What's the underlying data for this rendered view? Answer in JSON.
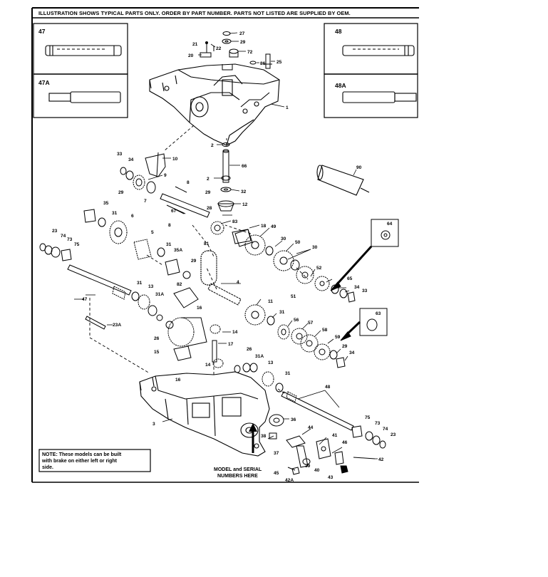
{
  "header": {
    "text": "ILLUSTRATION SHOWS TYPICAL PARTS ONLY. ORDER BY PART NUMBER. PARTS NOT LISTED ARE SUPPLIED BY OEM."
  },
  "inset_boxes": {
    "b47": "47",
    "b47A": "47A",
    "b48": "48",
    "b48A": "48A"
  },
  "note": {
    "line1": "NOTE: These models can be built",
    "line2": "with brake on either left or right",
    "line3": "side."
  },
  "model_serial": {
    "line1": "MODEL and SERIAL",
    "line2": "NUMBERS HERE"
  },
  "part_labels": {
    "p27": "27",
    "p29a": "29",
    "p21": "21",
    "p22": "22",
    "p72": "72",
    "p20": "20",
    "p86": "86",
    "p25": "25",
    "p1": "1",
    "p2a": "2",
    "p66": "66",
    "p33a": "33",
    "p34a": "34",
    "p10": "10",
    "p9": "9",
    "p29b": "29",
    "p7": "7",
    "p2b": "2",
    "p29c": "29",
    "p32": "32",
    "p8a": "8",
    "p67": "67",
    "p28": "28",
    "p12": "12",
    "p35": "35",
    "p31a": "31",
    "p6": "6",
    "p8b": "8",
    "p83": "83",
    "p18": "18",
    "p49": "49",
    "p23a": "23",
    "p74a": "74",
    "p73a": "73",
    "p75a": "75",
    "p5": "5",
    "p31b": "31",
    "p35A": "35A",
    "p81": "81",
    "p30a": "30",
    "p50": "50",
    "p30b": "30",
    "p29d": "29",
    "p82": "82",
    "p52": "52",
    "p65": "65",
    "p34b": "34",
    "p33b": "33",
    "p4": "4",
    "p47": "47",
    "p31c": "31",
    "p13a": "13",
    "p31A": "31A",
    "p16a": "16",
    "p51": "51",
    "p11": "11",
    "p31d": "31",
    "p56": "56",
    "p57": "57",
    "p58": "58",
    "p23A": "23A",
    "p26a": "26",
    "p14a": "14",
    "p17": "17",
    "p15": "15",
    "p26b": "26",
    "p31Ab": "31A",
    "p13b": "13",
    "p59": "59",
    "p29e": "29",
    "p34c": "34",
    "p14b": "14",
    "p16b": "16",
    "p31e": "31",
    "p48": "48",
    "p3": "3",
    "p36": "36",
    "p38": "38",
    "p44": "44",
    "p75b": "75",
    "p73b": "73",
    "p74b": "74",
    "p23b": "23",
    "p41": "41",
    "p46": "46",
    "p37": "37",
    "p39": "39",
    "p40": "40",
    "p42": "42",
    "p45": "45",
    "p42A": "42A",
    "p43": "43",
    "p90": "90",
    "p64": "64",
    "p63": "63"
  }
}
